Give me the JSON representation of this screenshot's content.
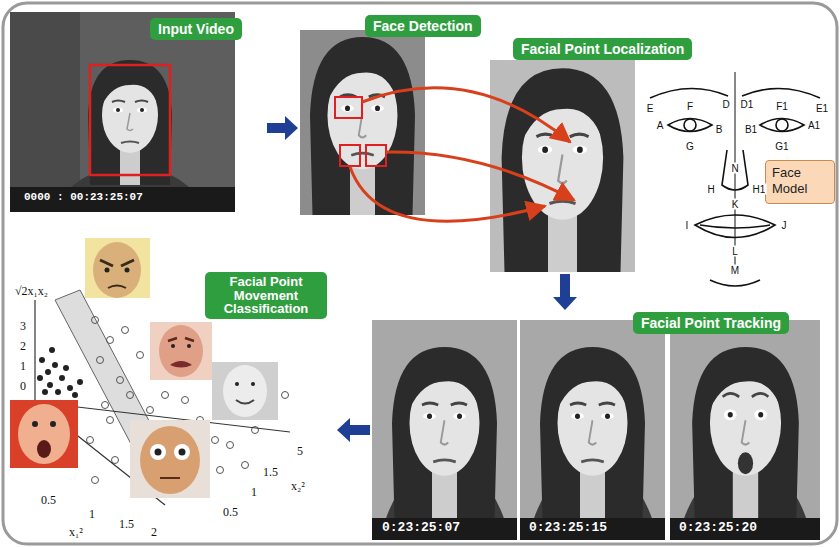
{
  "diagram": {
    "nodes": [
      {
        "text": [
          "Input Video"
        ]
      },
      {
        "text": [
          "Face Detection"
        ]
      },
      {
        "text": [
          "Facial Point Localization"
        ]
      },
      {
        "text": [
          "Face Model"
        ]
      },
      {
        "text": [
          "Facial Point Tracking"
        ]
      },
      {
        "text": [
          "Facial Point Movement Classification"
        ]
      }
    ],
    "edges": [
      {
        "from": 0,
        "to": 1,
        "arrow": "to"
      },
      {
        "from": 2,
        "to": 4,
        "arrow": "to"
      },
      {
        "from": 4,
        "to": 5,
        "arrow": "to"
      }
    ],
    "labels": [
      "0000 : 00:23:25:07",
      "0:23:25:07",
      "0:23:25:15",
      "0:23:25:20",
      "E",
      "D",
      "D1",
      "E1",
      "F",
      "F1",
      "A",
      "B",
      "B1",
      "A1",
      "G",
      "G1",
      "N",
      "H",
      "H1",
      "K",
      "I",
      "J",
      "L",
      "M",
      "√2x₁x₂",
      "3",
      "2",
      "1",
      "0",
      "0.5",
      "1",
      "1.5",
      "2",
      "x₁²",
      "5",
      "1.5",
      "x₂²",
      "1",
      "0.5"
    ]
  }
}
